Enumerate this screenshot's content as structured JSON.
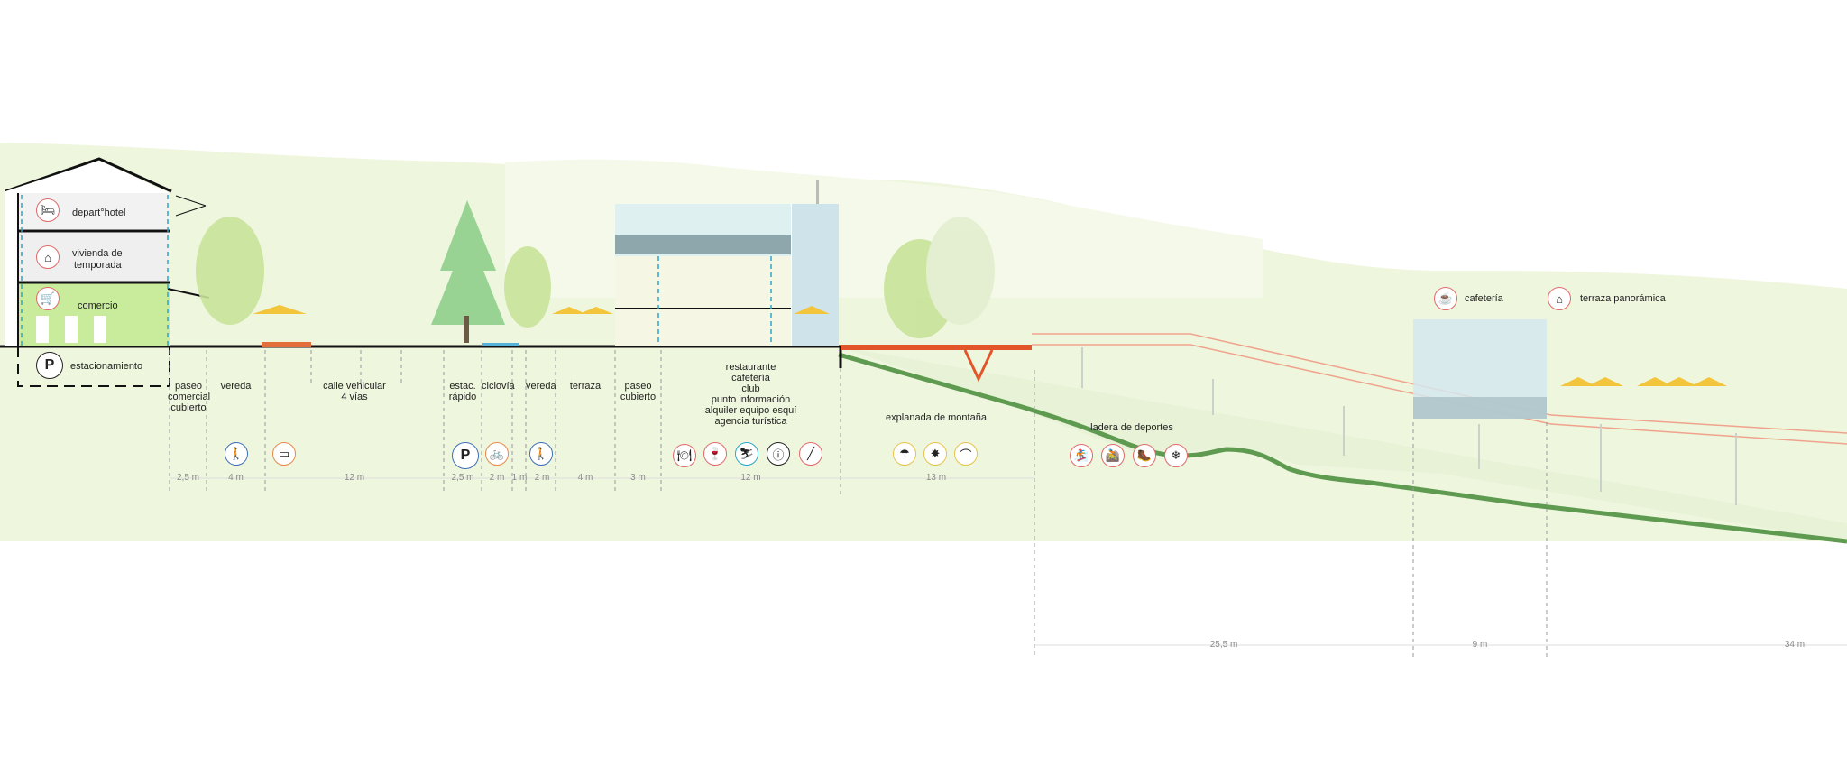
{
  "building_labels": {
    "hotel": "depart°hotel",
    "vivienda_1": "vivienda de",
    "vivienda_2": "temporada",
    "comercio": "comercio",
    "estacionamiento": "estacionamiento"
  },
  "zones": {
    "paseo_comercial_1": "paseo",
    "paseo_comercial_2": "comercial",
    "paseo_comercial_3": "cubierto",
    "vereda_1": "vereda",
    "calle_1": "calle vehicular",
    "calle_2": "4 vías",
    "estac_1": "estac.",
    "estac_2": "rápido",
    "ciclovia": "ciclovía",
    "vereda_2": "vereda",
    "terraza": "terraza",
    "paseo_cubierto_1": "paseo",
    "paseo_cubierto_2": "cubierto",
    "programa": [
      "restaurante",
      "cafetería",
      "club",
      "punto información",
      "alquiler equipo esquí",
      "agencia turística"
    ],
    "explanada": "explanada de montaña",
    "ladera": "ladera de deportes",
    "cafeteria": "cafetería",
    "terraza_panoramica": "terraza panorámica"
  },
  "dimensions": [
    "2,5 m",
    "4 m",
    "12 m",
    "2,5 m",
    "2 m",
    "1 m",
    "2 m",
    "4 m",
    "3 m",
    "12 m",
    "13 m",
    "25,5 m",
    "9 m",
    "34 m"
  ],
  "icons": {
    "hotel": "bed-icon",
    "vivienda": "house-icon",
    "comercio": "cart-icon",
    "parking": "P",
    "walk": "pedestrian-icon",
    "bench": "bench-icon",
    "bike": "bicycle-icon",
    "food": "utensils-icon",
    "wine": "wine-icon",
    "ski_rental": "ski-rental-icon",
    "info": "info-icon",
    "ski": "ski-icon",
    "umbrella": "umbrella-icon",
    "sun": "sun-icon",
    "lounger": "sunbed-icon",
    "snowboard": "snowboard-icon",
    "mtb": "mountain-bike-icon",
    "hiking": "hiking-icon",
    "snowflake": "snowflake-icon",
    "coffee": "coffee-icon",
    "panorama": "panorama-terrace-icon"
  },
  "colors": {
    "ground": "#111111",
    "slope": "#5e9a4f",
    "comercio_fill": "#c9ec9c",
    "deck": "#e2552a",
    "walkway_rail": "#f0a38c",
    "hill": "#eef6de",
    "glass": "#cfe4ea",
    "umbrella": "#f2c53d"
  }
}
